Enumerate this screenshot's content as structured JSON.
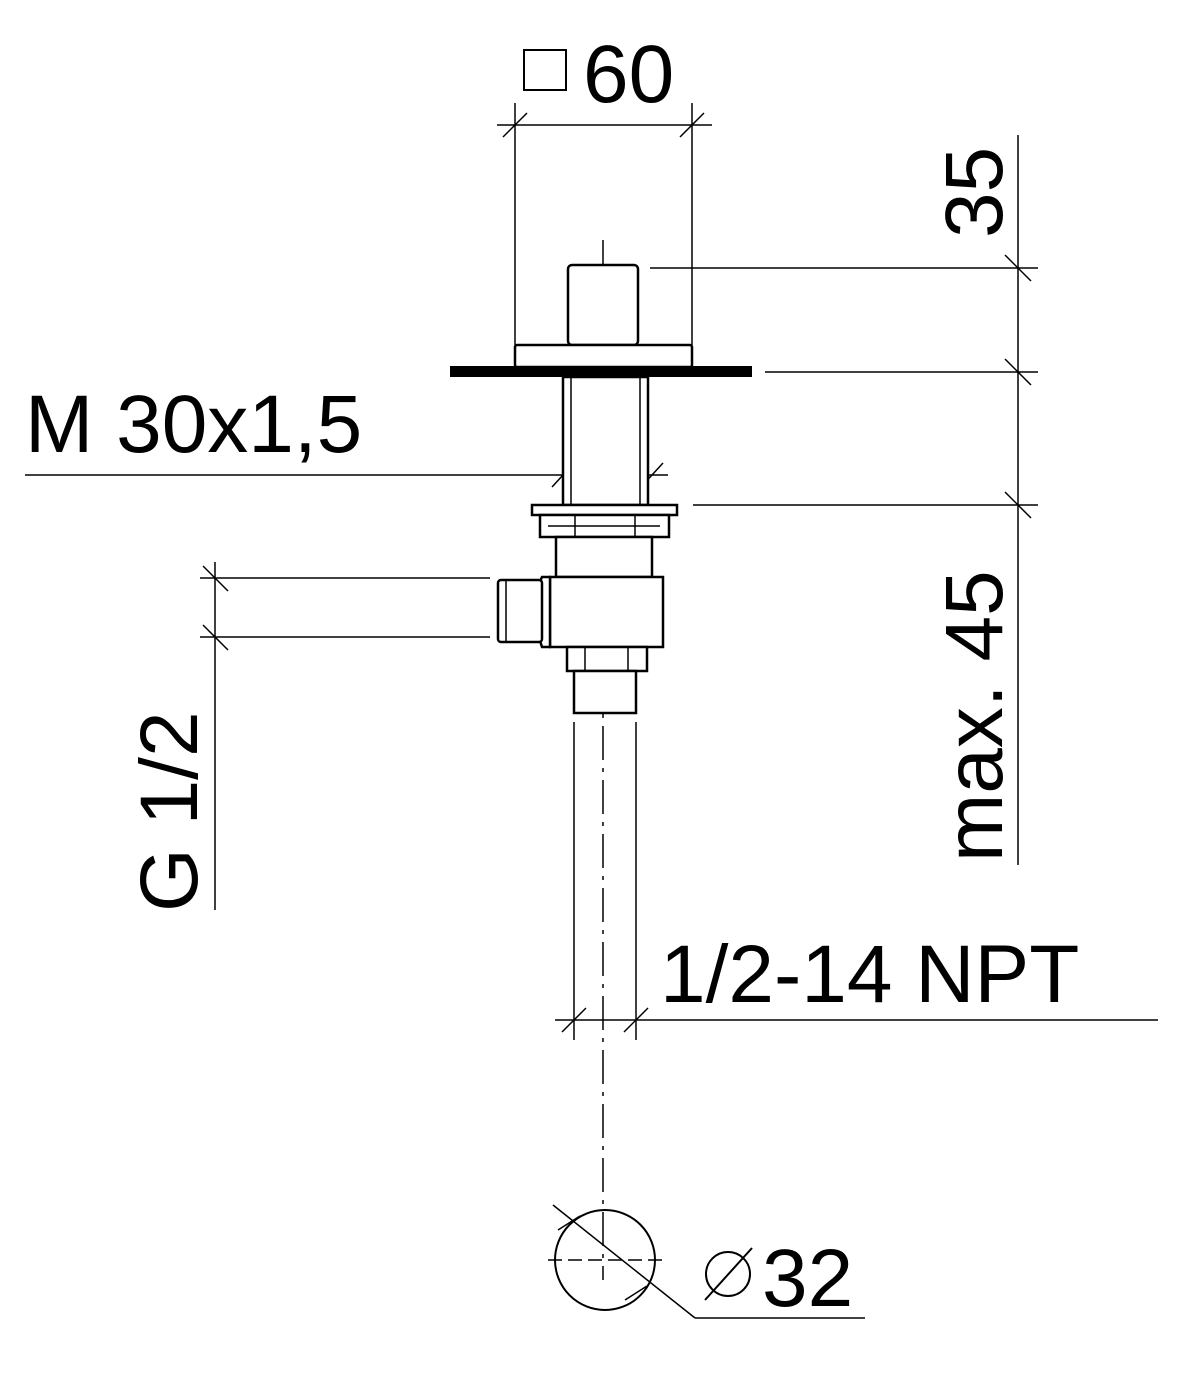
{
  "labels": {
    "square_width": "60",
    "top_height": "35",
    "thread": "M 30x1,5",
    "max_depth": "max. 45",
    "connection": "G 1/2",
    "npt": "1/2-14 NPT",
    "hole_diameter": "32"
  },
  "symbols": {
    "square": "square-symbol",
    "diameter": "diameter-symbol"
  },
  "colors": {
    "ink": "#000000",
    "paper": "#ffffff"
  }
}
